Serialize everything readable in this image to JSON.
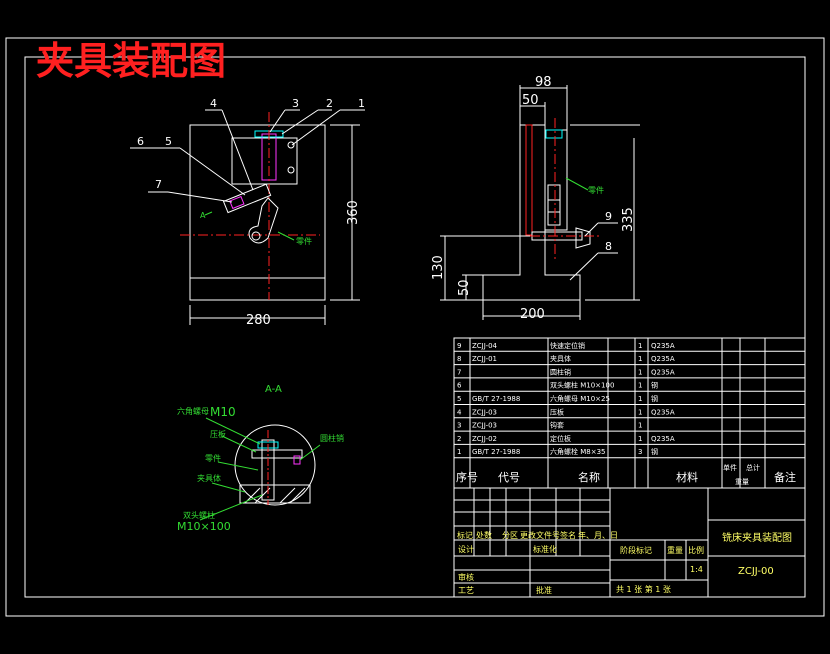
{
  "title": "夹具装配图",
  "dimensions": {
    "front_width": "280",
    "front_height": "360",
    "side_top_98": "98",
    "side_top_50": "50",
    "side_height_335": "335",
    "side_height_130": "130",
    "side_height_50": "50",
    "side_base_200": "200"
  },
  "balloons": [
    "1",
    "2",
    "3",
    "4",
    "5",
    "6",
    "7",
    "8",
    "9"
  ],
  "front_labels": {
    "A_mark": "A",
    "pressure_plate": "零件"
  },
  "side_labels": {
    "part": "零件"
  },
  "section": {
    "title": "A-A",
    "label_hex_nut": "六角螺母",
    "label_m10": "M10",
    "label_press": "压板",
    "label_part": "零件",
    "label_body": "夹具体",
    "label_stud": "双头螺柱",
    "label_m10x100": "M10×100",
    "label_pin": "圆柱销"
  },
  "parts_list": {
    "rows": [
      {
        "no": "9",
        "code": "ZCJJ-04",
        "name": "快速定位销",
        "qty": "1",
        "mat": "Q235A"
      },
      {
        "no": "8",
        "code": "ZCJJ-01",
        "name": "夹具体",
        "qty": "1",
        "mat": "Q235A"
      },
      {
        "no": "7",
        "code": "",
        "name": "圆柱销",
        "qty": "1",
        "mat": "Q235A"
      },
      {
        "no": "6",
        "code": "",
        "name": "双头螺柱 M10×100",
        "qty": "1",
        "mat": "钢"
      },
      {
        "no": "5",
        "code": "GB/T 27-1988",
        "name": "六角螺母 M10×25",
        "qty": "1",
        "mat": "钢"
      },
      {
        "no": "4",
        "code": "ZCJJ-03",
        "name": "压板",
        "qty": "1",
        "mat": "Q235A"
      },
      {
        "no": "3",
        "code": "ZCJJ-03",
        "name": "钩套",
        "qty": "1",
        "mat": ""
      },
      {
        "no": "2",
        "code": "ZCJJ-02",
        "name": "定位板",
        "qty": "1",
        "mat": "Q235A"
      },
      {
        "no": "1",
        "code": "GB/T 27-1988",
        "name": "六角螺栓 M8×35",
        "qty": "3",
        "mat": "钢"
      }
    ],
    "header": {
      "no": "序号",
      "code": "代号",
      "name": "名称",
      "mat": "材料",
      "unit": "单件",
      "total": "总计",
      "weight": "重量",
      "remark": "备注"
    }
  },
  "title_block": {
    "drawing_name": "铣床夹具装配图",
    "drawing_code": "ZCJJ-00",
    "scale": "1:4",
    "mark": "标记",
    "count": "处数",
    "zone": "分区",
    "change_doc": "更改文件号",
    "sign": "签名",
    "date": "年、月、日",
    "design": "设计",
    "standardize": "标准化",
    "stage_mark": "阶段标记",
    "weight": "重量",
    "ratio": "比例",
    "review": "审核",
    "process": "工艺",
    "approve": "批准",
    "sheets": "共 1 张   第 1 张"
  }
}
